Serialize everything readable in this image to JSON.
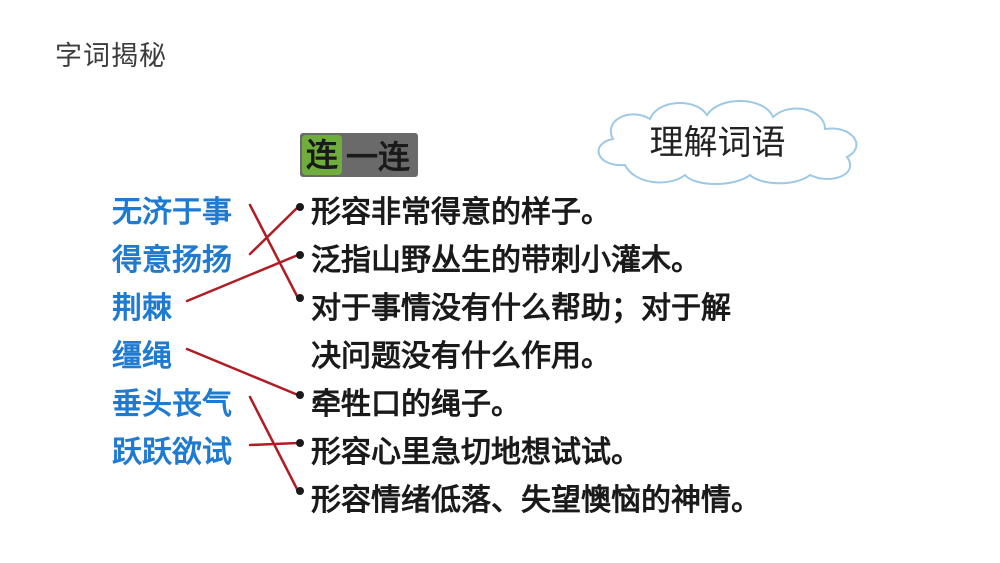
{
  "title": "字词揭秘",
  "cloud_label": "理解词语",
  "banner": {
    "first": "连",
    "rest": "一连"
  },
  "words": [
    "无济于事",
    "得意扬扬",
    "荆棘",
    "缰绳",
    "垂头丧气",
    "跃跃欲试"
  ],
  "definitions": [
    "形容非常得意的样子。",
    "泛指山野丛生的带刺小灌木。",
    "对于事情没有什么帮助；对于解",
    "决问题没有什么作用。",
    "牵牲口的绳子。",
    "形容心里急切地想试试。",
    "形容情绪低落、失望懊恼的神情。"
  ],
  "colors": {
    "word": "#1f7ad1",
    "line": "#b01c22",
    "banner_highlight": "#6fae3d"
  }
}
